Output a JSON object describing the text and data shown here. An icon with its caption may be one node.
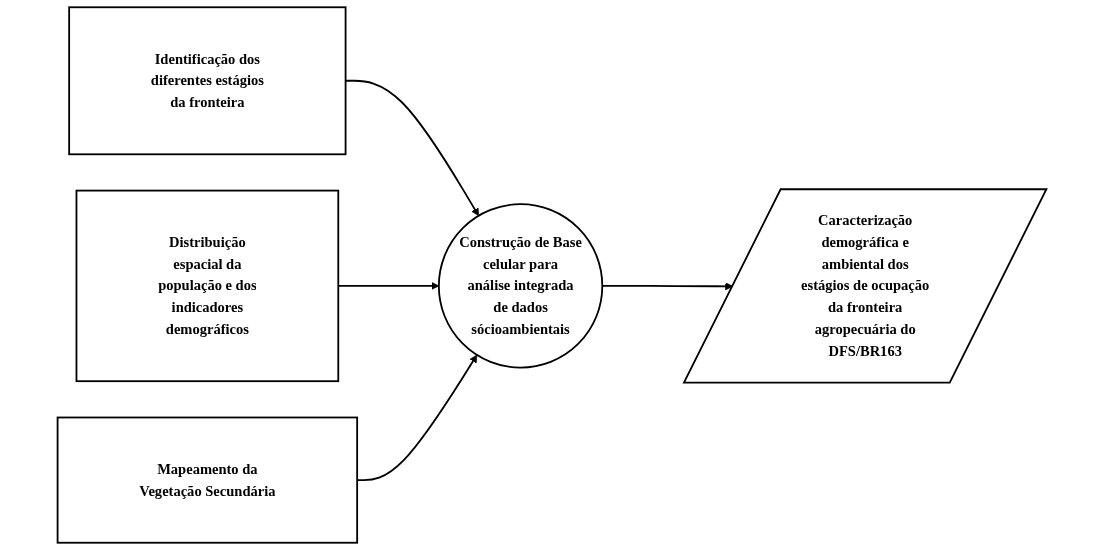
{
  "diagram": {
    "nodes": [
      {
        "text": [
          "Identificação dos diferentes estágios da fronteira"
        ]
      },
      {
        "text": [
          "Distribuição espacial da população e dos indicadores demográficos"
        ]
      },
      {
        "text": [
          "Construção de Base celular para análise integrada de dados sócioambientais"
        ]
      },
      {
        "text": [
          "Caracterização demográfica e ambiental dos estágios de ocupação da fronteira agropecuária do DFS/BR163"
        ]
      },
      {
        "text": [
          "Mapeamento da Vegetação Secundária"
        ]
      }
    ],
    "edges": [
      {
        "from": 0,
        "to": 2,
        "arrow": "to"
      },
      {
        "from": 1,
        "to": 2,
        "arrow": "to"
      },
      {
        "from": 2,
        "to": 3,
        "arrow": "to"
      },
      {
        "from": 4,
        "to": 2,
        "arrow": "to"
      }
    ]
  }
}
